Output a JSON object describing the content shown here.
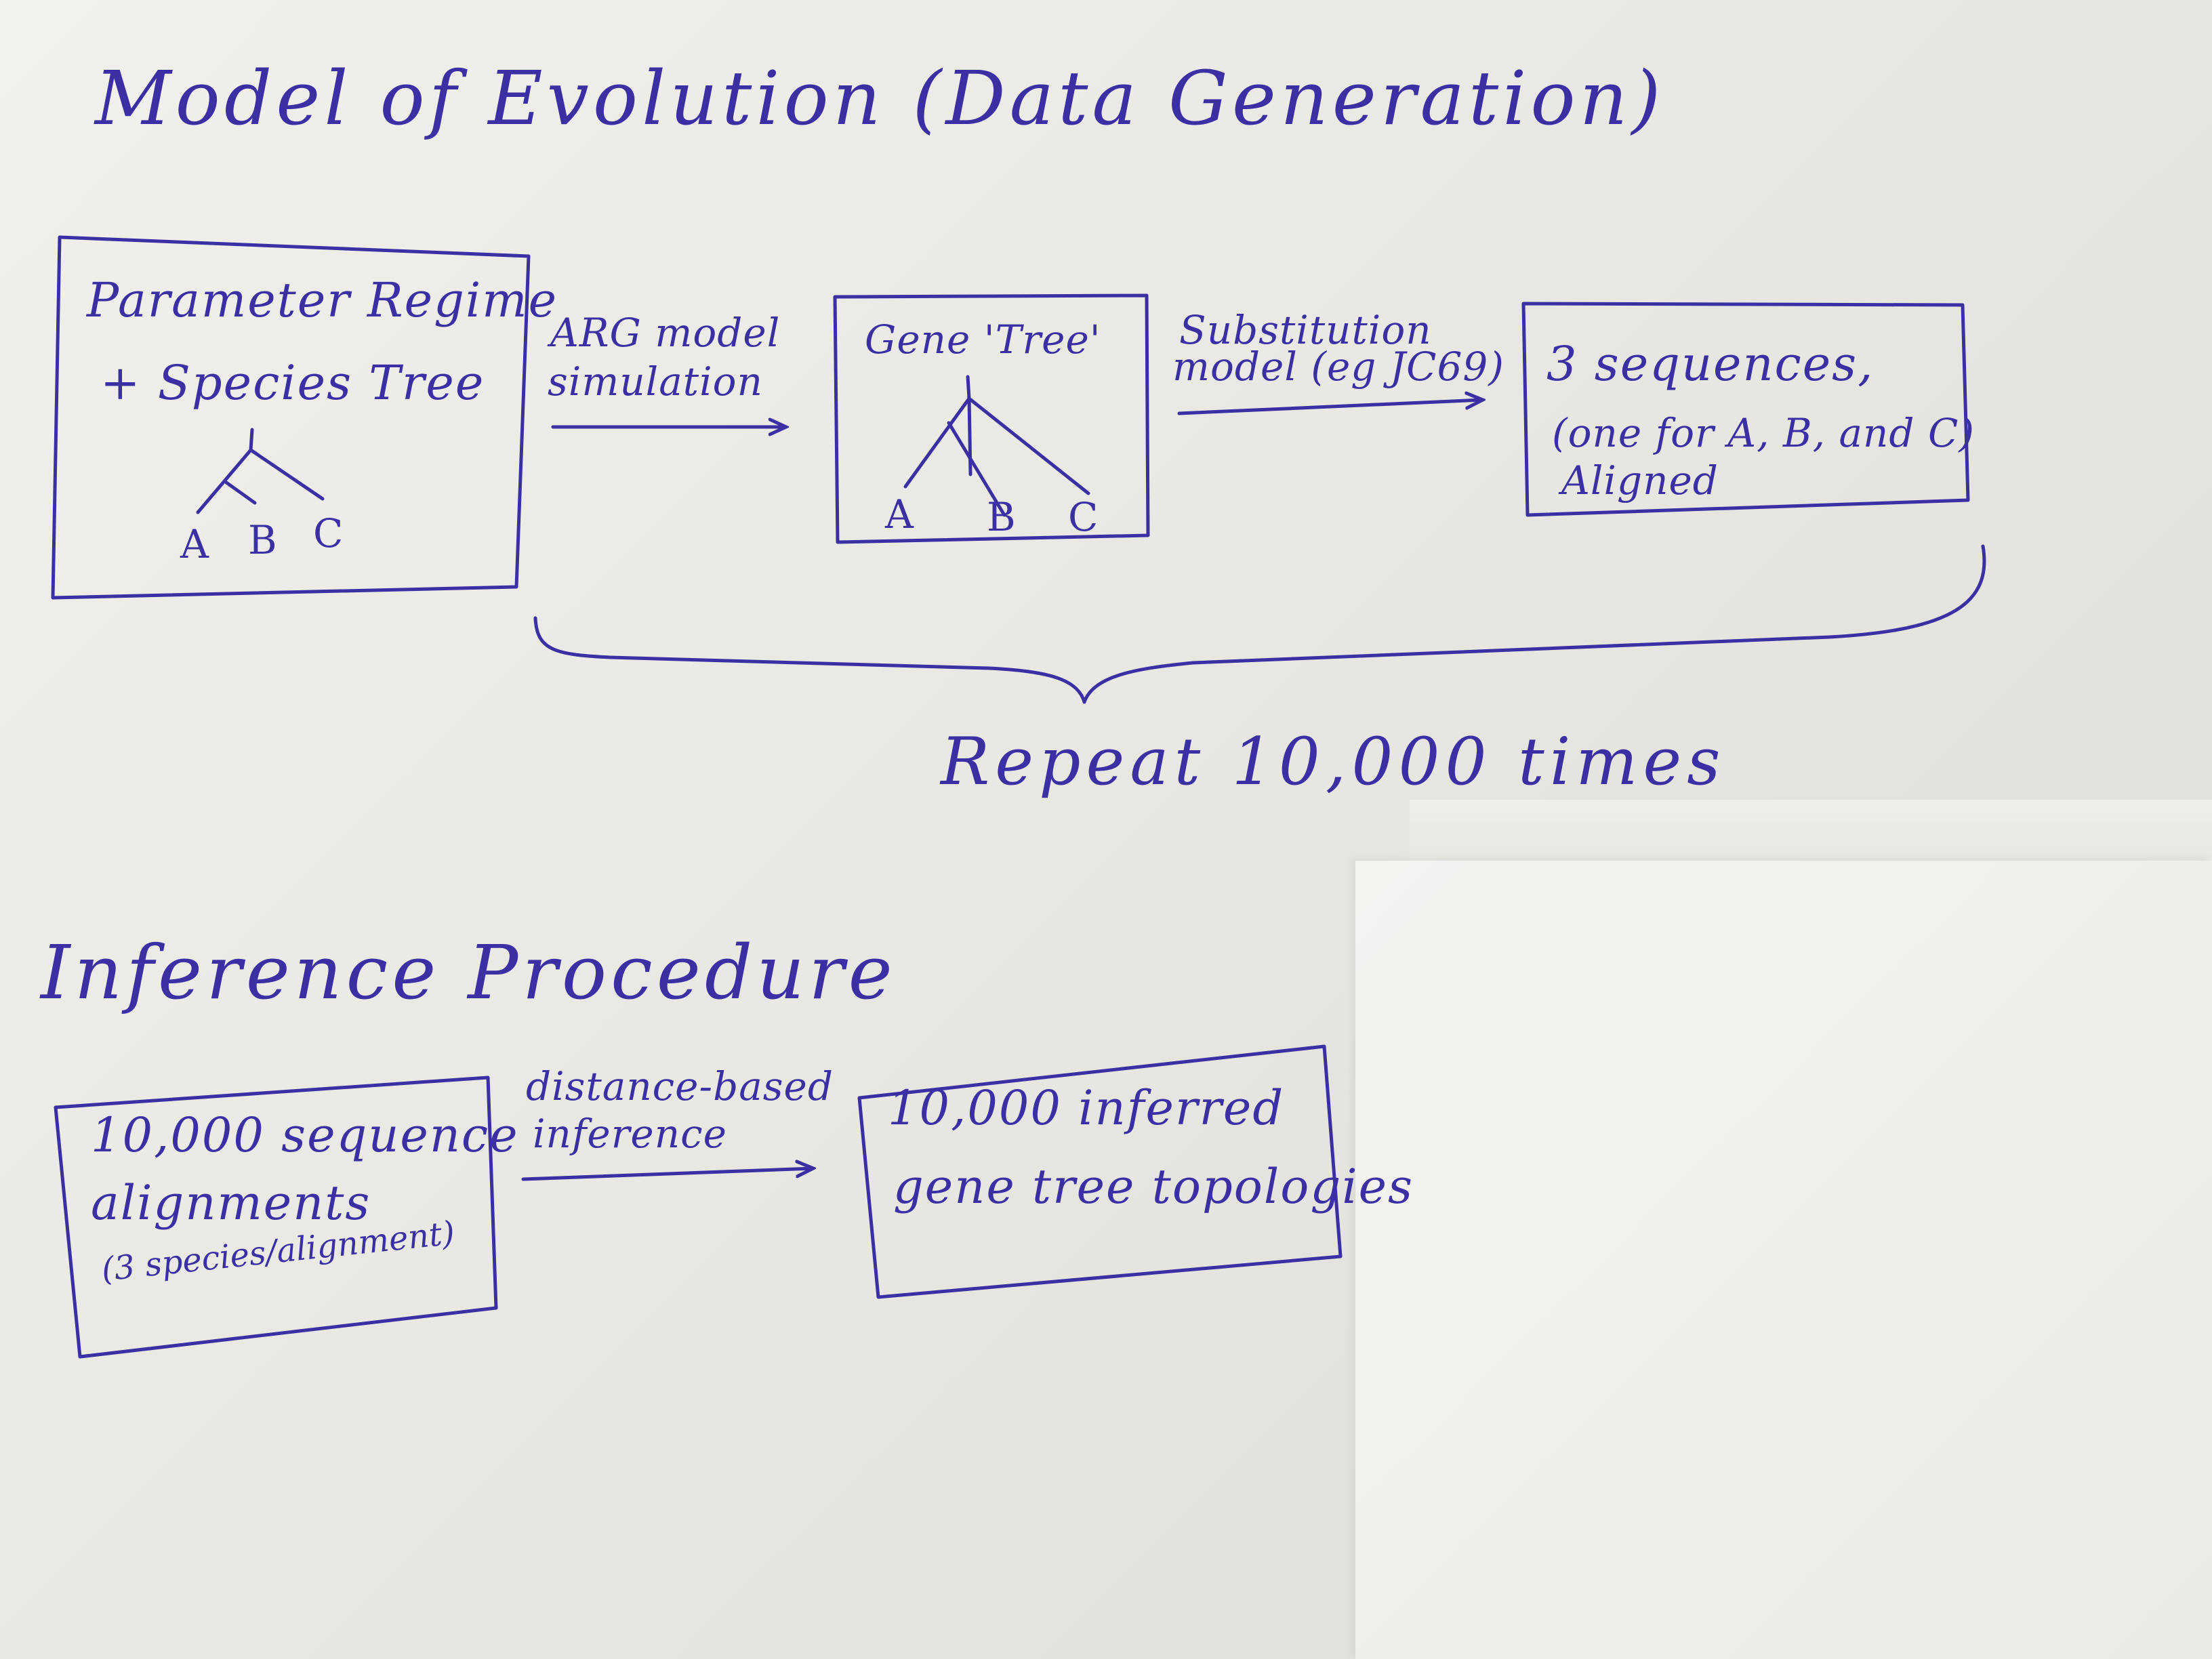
{
  "titles": {
    "model": "Model of Evolution (Data Generation)",
    "inference": "Inference Procedure"
  },
  "nodes": {
    "parameter_box": {
      "line1": "Parameter Regime",
      "line2": "+ Species Tree",
      "leaves": [
        "A",
        "B",
        "C"
      ]
    },
    "gene_tree_box": {
      "title": "Gene 'Tree'",
      "leaves": [
        "A",
        "B",
        "C"
      ]
    },
    "sequences_box": {
      "line1": "3 sequences,",
      "line2": "(one for A, B, and C)",
      "line3": "Aligned"
    },
    "alignments_box": {
      "line1": "10,000 sequence",
      "line2": "alignments",
      "line3": "(3 species/alignment)"
    },
    "topologies_box": {
      "line1": "10,000 inferred",
      "line2": "gene tree topologies"
    }
  },
  "edges": {
    "arg": {
      "line1": "ARG model",
      "line2": "simulation"
    },
    "substitution": {
      "line1": "Substitution",
      "line2": "model (eg JC69)"
    },
    "distance": {
      "line1": "distance-based",
      "line2": "inference"
    }
  },
  "repeat_label": "Repeat 10,000 times",
  "colors": {
    "ink": "#3b2fa3",
    "paper": "#efeeea"
  }
}
